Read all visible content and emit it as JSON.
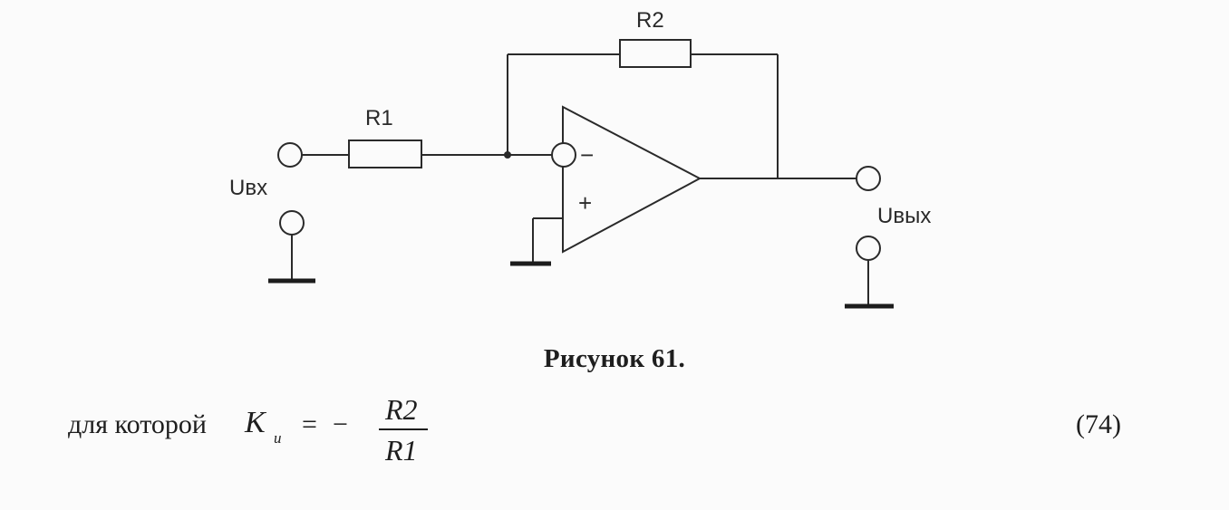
{
  "diagram": {
    "resistor_r1": "R1",
    "resistor_r2": "R2",
    "input_label": "Uвх",
    "output_label": "Uвых",
    "inverting_sign": "−",
    "noninverting_sign": "+"
  },
  "caption": "Рисунок 61.",
  "formula": {
    "prefix": "для которой",
    "symbol": "K",
    "subscript": "u",
    "equals": "=",
    "minus": "−",
    "numerator": "R2",
    "denominator": "R1",
    "number": "(74)"
  }
}
